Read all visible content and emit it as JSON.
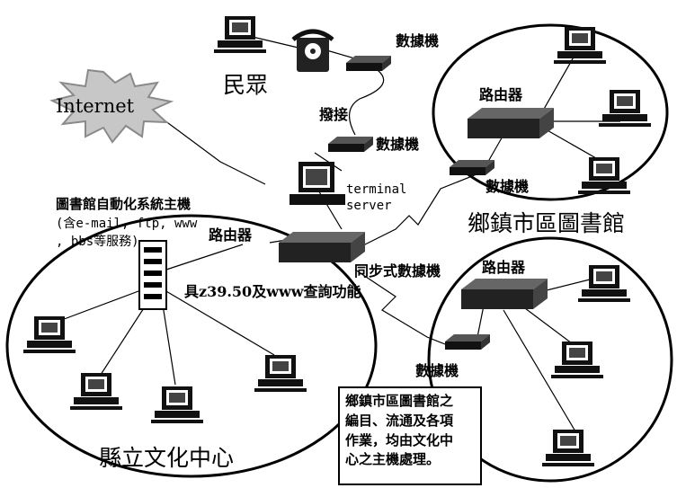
{
  "diagram": {
    "internet": "Internet",
    "public": "民眾",
    "phone_modem": "數據機",
    "dialup": "撥接",
    "modem_mid": "數據機",
    "terminal_server": "terminal server",
    "library_host": {
      "line1": "圖書館自動化系統主機",
      "line2": "(含e-mail, ftp, www",
      "line3": ", bbs等服務)"
    },
    "router_county": "路由器",
    "synchronous_modem": "同步式數據機",
    "z3950": "具z39.50及www查詢功能",
    "county_center": "縣立文化中心",
    "router_top_right": "路由器",
    "modem_top_right": "數據機",
    "township_library": "鄉鎮市區圖書館",
    "router_bottom_right": "路由器",
    "modem_bottom_right": "數據機",
    "note_lines": [
      "鄉鎮市區圖書館之",
      "編目、流通及各項",
      "作業，均由文化中",
      "心之主機處理。"
    ]
  }
}
